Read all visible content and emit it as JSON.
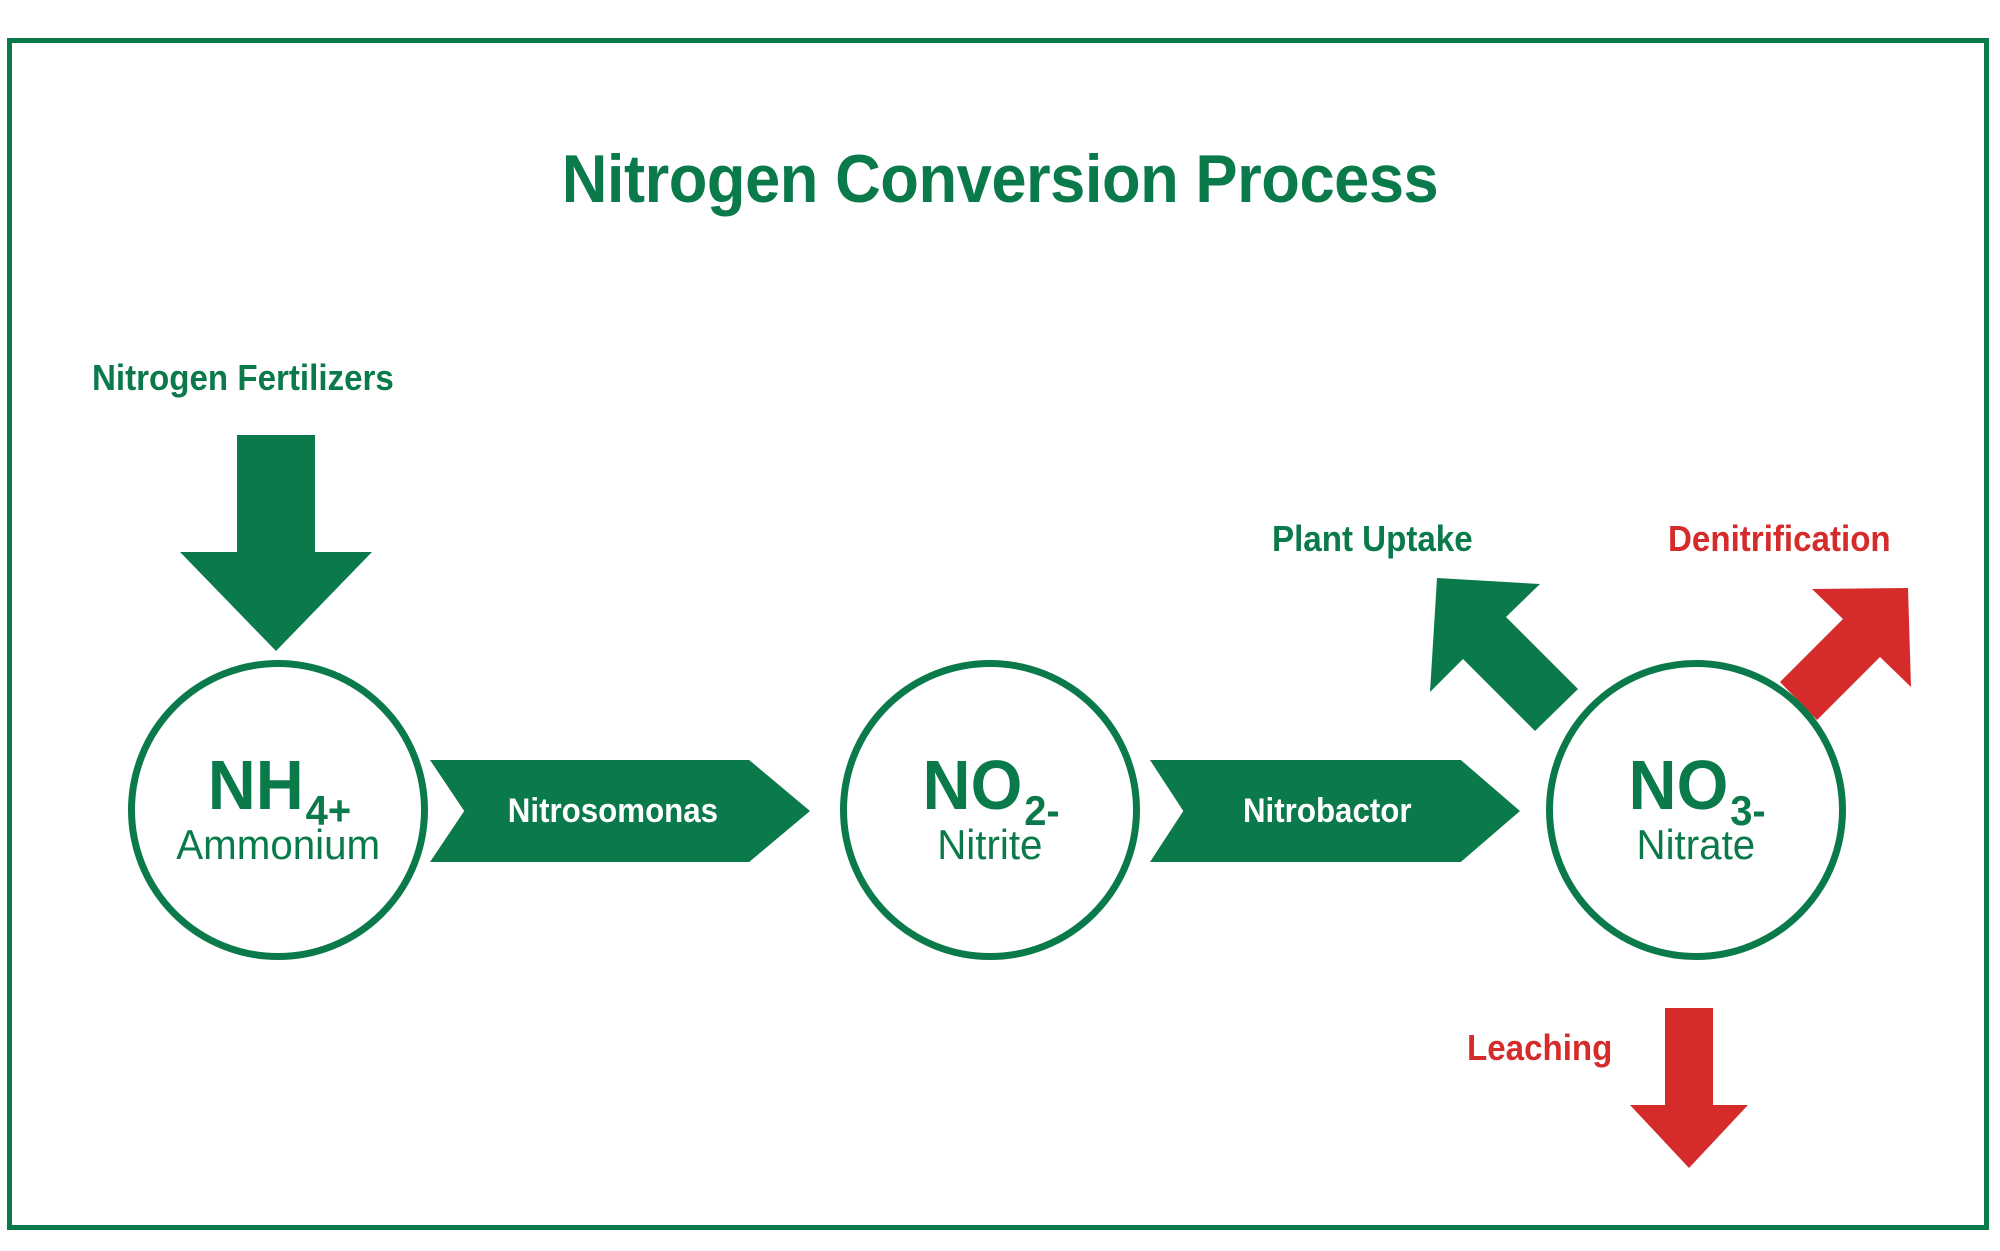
{
  "diagram": {
    "title": "Nitrogen Conversion Process",
    "colors": {
      "green": "#0a7a4b",
      "red": "#d52b2b",
      "background": "#ffffff"
    },
    "input_label": "Nitrogen Fertilizers",
    "nodes": [
      {
        "id": "ammonium",
        "formula_base": "NH",
        "formula_sub": "4+",
        "name": "Ammonium"
      },
      {
        "id": "nitrite",
        "formula_base": "NO",
        "formula_sub": "2-",
        "name": "Nitrite"
      },
      {
        "id": "nitrate",
        "formula_base": "NO",
        "formula_sub": "3-",
        "name": "Nitrate"
      }
    ],
    "process_arrows": [
      {
        "id": "nitrosomonas",
        "label": "Nitrosomonas",
        "from": "ammonium",
        "to": "nitrite"
      },
      {
        "id": "nitrobactor",
        "label": "Nitrobactor",
        "from": "nitrite",
        "to": "nitrate"
      }
    ],
    "outputs": [
      {
        "id": "plant-uptake",
        "label": "Plant Uptake",
        "color": "#0a7a4b",
        "direction": "up-left"
      },
      {
        "id": "denitrification",
        "label": "Denitrification",
        "color": "#d52b2b",
        "direction": "up-right"
      },
      {
        "id": "leaching",
        "label": "Leaching",
        "color": "#d52b2b",
        "direction": "down"
      }
    ]
  }
}
